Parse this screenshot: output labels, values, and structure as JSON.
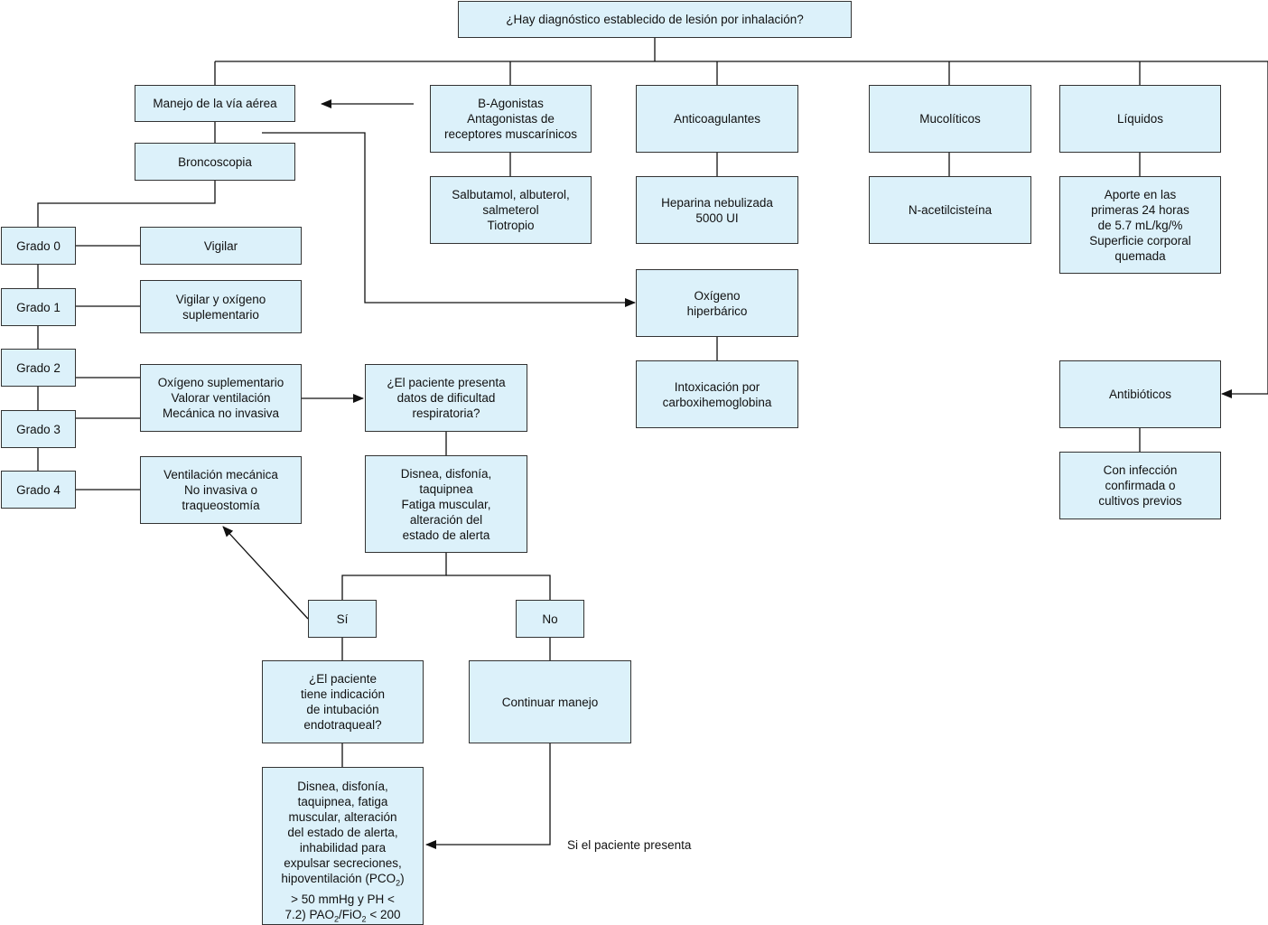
{
  "question_main": "¿Hay diagnóstico establecido de lesión por inhalación?",
  "airway": {
    "manejo": "Manejo de la vía aérea",
    "broncoscopia": "Broncoscopia",
    "grados": [
      "Grado 0",
      "Grado 1",
      "Grado 2",
      "Grado 3",
      "Grado 4"
    ],
    "vigilar": "Vigilar",
    "vigilar_oxigeno": "Vigilar y oxígeno\nsuplementario",
    "oxigeno_valorar": "Oxígeno suplementario\nValorar ventilación\nMecánica no invasiva",
    "ventilacion": "Ventilación mecánica\nNo invasiva o\ntraqueostomía"
  },
  "drugs": {
    "agonistas": "Β-Agonistas\nAntagonistas de\nreceptores muscarínicos",
    "agonistas_ex": "Salbutamol, albuterol,\nsalmeterol\nTiotropio",
    "anticoagulantes": "Anticoagulantes",
    "heparina": "Heparina nebulizada\n5000 UI",
    "oxigeno_hiper": "Oxígeno\nhiperbárico",
    "intoxicacion": "Intoxicación por\ncarboxihemoglobina",
    "mucoliticos": "Mucolíticos",
    "acetil": "N-acetilcisteína",
    "liquidos": "Líquidos",
    "aporte": "Aporte en las\nprimeras 24 horas\nde 5.7 mL/kg/%\nSuperficie corporal\nquemada",
    "antibioticos": "Antibióticos",
    "infeccion": "Con infección\nconfirmada o\ncultivos previos"
  },
  "respiratory": {
    "pregunta": "¿El paciente presenta\ndatos de dificultad\nrespiratoria?",
    "sintomas": "Disnea, disfonía,\ntaquipnea\nFatiga muscular,\nalteración del\nestado de alerta",
    "si": "Sí",
    "no": "No",
    "intubacion": "¿El paciente\ntiene indicación\nde intubación\nendotraqueal?",
    "continuar": "Continuar manejo",
    "criterios_lines": [
      "Disnea, disfonía,",
      "taquipnea, fatiga",
      "muscular, alteración",
      "del estado de alerta,",
      "inhabilidad para",
      "expulsar secreciones,",
      "hipoventilación (PCO",
      "2",
      ")",
      "> 50 mmHg y PH <",
      "7.2) PAO",
      "2",
      "/FiO",
      "2",
      " < 200"
    ],
    "si_presenta": "Si el paciente presenta"
  }
}
